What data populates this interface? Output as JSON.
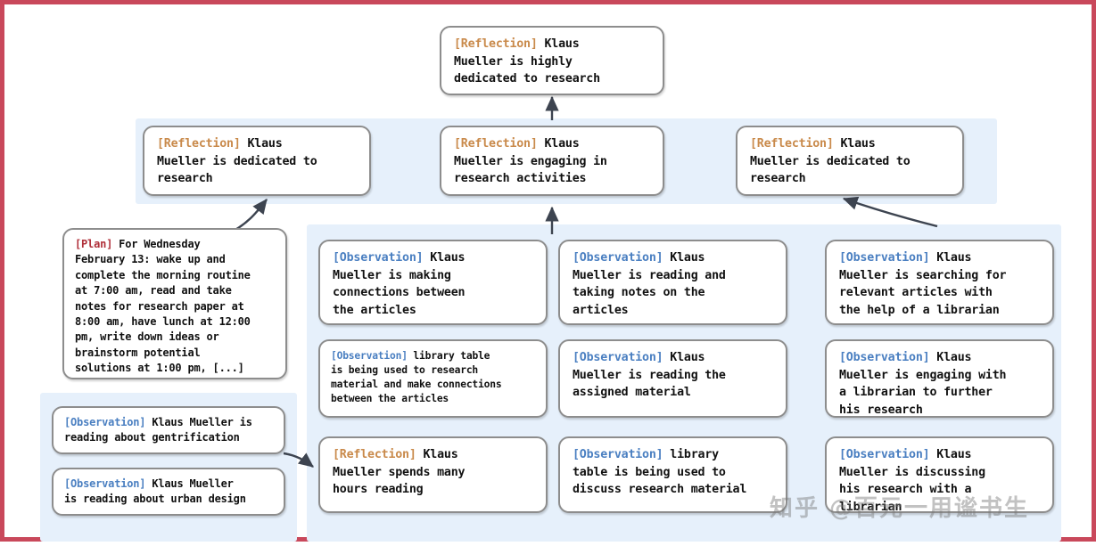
{
  "meta": {
    "border_color": "#c9485b",
    "panel_color": "#e6f0fb",
    "node_border_color": "#8d8d8d",
    "tag_colors": {
      "reflection": "#c98a4b",
      "observation": "#4a7fc1",
      "plan": "#b0303a"
    },
    "watermark": "知乎 @百元一用谧书生"
  },
  "top_reflection": {
    "tag": "[Reflection]",
    "text": " Klaus\nMueller is highly\ndedicated to research"
  },
  "mid_reflections": [
    {
      "tag": "[Reflection]",
      "text": " Klaus\nMueller is dedicated to\nresearch"
    },
    {
      "tag": "[Reflection]",
      "text": " Klaus\nMueller is engaging in\nresearch activities"
    },
    {
      "tag": "[Reflection]",
      "text": " Klaus\nMueller is dedicated to\nresearch"
    }
  ],
  "plan_node": {
    "tag": "[Plan]",
    "text": " For Wednesday\nFebruary 13: wake up and\ncomplete the morning routine\nat 7:00 am, read and take\nnotes for research paper at\n8:00 am, have lunch at 12:00\npm, write down ideas or\nbrainstorm potential\nsolutions at 1:00 pm, [...]"
  },
  "left_bottom_nodes": [
    {
      "tag": "[Observation]",
      "text": " Klaus Mueller is\nreading about gentrification"
    },
    {
      "tag": "[Observation]",
      "text": " Klaus Mueller\nis reading about urban design"
    }
  ],
  "column_1_nodes": [
    {
      "tag": "[Observation]",
      "text": " Klaus\nMueller is making\nconnections between\nthe articles"
    },
    {
      "tag": "[Observation]",
      "text": " library table\nis being used to research\nmaterial and make connections\nbetween the articles"
    },
    {
      "tag": "[Reflection]",
      "text": " Klaus\nMueller spends many\nhours reading"
    }
  ],
  "column_2_nodes": [
    {
      "tag": "[Observation]",
      "text": " Klaus\nMueller is reading and\ntaking notes on the\narticles"
    },
    {
      "tag": "[Observation]",
      "text": " Klaus\nMueller is reading the\nassigned material"
    },
    {
      "tag": "[Observation]",
      "text": " library\ntable is being used to\ndiscuss research material"
    }
  ],
  "column_3_nodes": [
    {
      "tag": "[Observation]",
      "text": " Klaus\nMueller is searching for\nrelevant articles with\nthe help of a librarian"
    },
    {
      "tag": "[Observation]",
      "text": " Klaus\nMueller is engaging with\na librarian to further\nhis research"
    },
    {
      "tag": "[Observation]",
      "text": " Klaus\nMueller is discussing\nhis research with a\nlibrarian"
    }
  ]
}
